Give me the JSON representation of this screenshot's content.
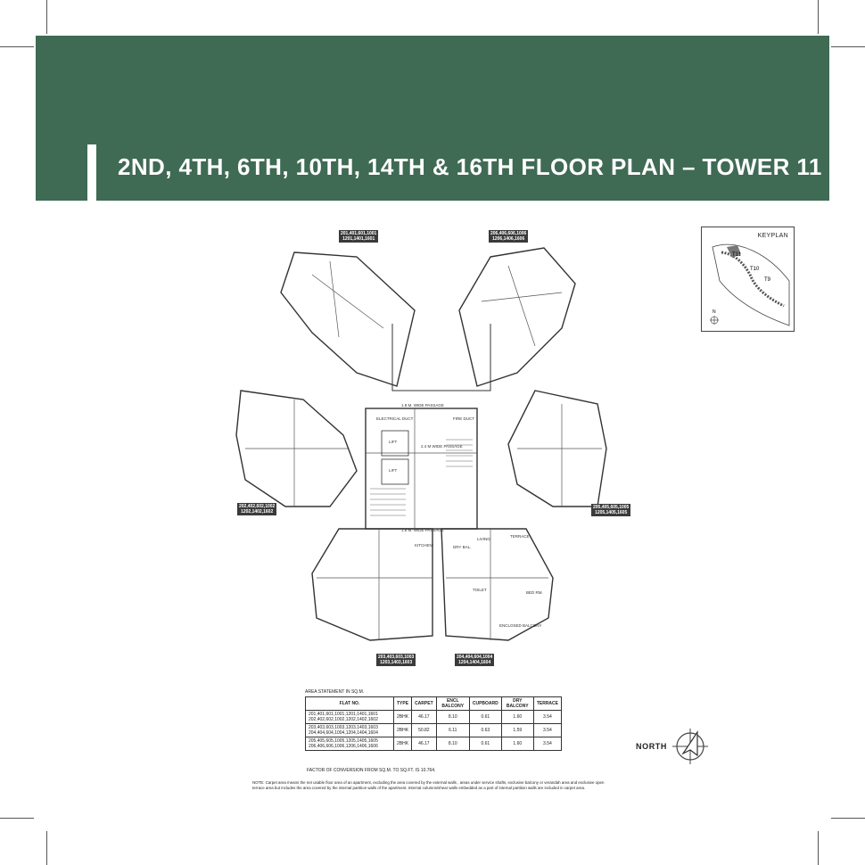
{
  "title": "2ND, 4TH, 6TH, 10TH, 14TH & 16TH FLOOR PLAN – TOWER 11",
  "keyplan": {
    "label": "KEYPLAN",
    "towers": [
      "T11",
      "T10",
      "T9"
    ],
    "north": "N"
  },
  "flat_tags": [
    {
      "id": "top-left",
      "lines": [
        "201,401,601,1001",
        "1201,1401,1601"
      ]
    },
    {
      "id": "top-right",
      "lines": [
        "206,406,606,1006",
        "1206,1406,1606"
      ]
    },
    {
      "id": "mid-left",
      "lines": [
        "202,402,602,1002",
        "1202,1402,1602"
      ]
    },
    {
      "id": "mid-right",
      "lines": [
        "205,405,605,1005",
        "1205,1405,1605"
      ]
    },
    {
      "id": "bottom-left",
      "lines": [
        "203,403,603,1003",
        "1203,1403,1603"
      ]
    },
    {
      "id": "bottom-right",
      "lines": [
        "204,404,604,1004",
        "1204,1404,1604"
      ]
    }
  ],
  "plan_labels": {
    "passage_top": "1.8 M. WIDE PASSAGE",
    "electrical_duct": "ELECTRICAL DUCT",
    "fire_duct": "FIRE DUCT",
    "lift1": "LIFT",
    "lift2": "LIFT",
    "passage_mid": "2.4 M WIDE PASSAGE",
    "passage_low": "1.8 M. WIDE PASSAGE",
    "kitchen": "KITCHEN",
    "living": "LIVING",
    "bedroom": "BED RM.",
    "toilet": "TOILET",
    "terrace": "TERRACE",
    "encl_balcony": "ENCLOSED BALCONY",
    "dry_bal": "DRY BAL."
  },
  "area_statement": {
    "caption": "AREA STATEMENT IN SQ.M.",
    "headers": [
      "FLAT NO.",
      "TYPE",
      "CARPET",
      "ENCL BALCONY",
      "CUPBOARD",
      "DRY BALCONY",
      "TERRACE"
    ],
    "rows": [
      {
        "flat": [
          "201,401,601,1001,1201,1401,1601",
          "202,402,602,1002,1202,1402,1602"
        ],
        "type": "2BHK",
        "carpet": "46.17",
        "encl": "8.10",
        "cupboard": "0.61",
        "dry": "1.60",
        "terrace": "3.54"
      },
      {
        "flat": [
          "203,403,603,1003,1203,1403,1603",
          "204,404,604,1004,1204,1404,1604"
        ],
        "type": "2BHK",
        "carpet": "50.82",
        "encl": "6.11",
        "cupboard": "0.63",
        "dry": "1.59",
        "terrace": "3.54"
      },
      {
        "flat": [
          "205,405,605,1005,1205,1405,1605",
          "206,406,606,1006,1206,1406,1606"
        ],
        "type": "2BHK",
        "carpet": "46.17",
        "encl": "8.10",
        "cupboard": "0.61",
        "dry": "1.60",
        "terrace": "3.54"
      }
    ],
    "factor": "FACTOR OF CONVERSION FROM SQ.M. TO SQ.FT. IS 10.764."
  },
  "note": "NOTE: Carpet area means the net usable floor area of an apartment, excluding the area covered by the external walls , areas under service shafts, exclusive balcony or verandah area and exclusive open terrace area but includes the area covered by the internal partition walls of the apartment. Internal columns/shear walls embedded as a part of internal partition walls are included in carpet area.",
  "north_label": "NORTH",
  "colors": {
    "banner": "#3f6a54",
    "tag": "#3a3a3a"
  }
}
